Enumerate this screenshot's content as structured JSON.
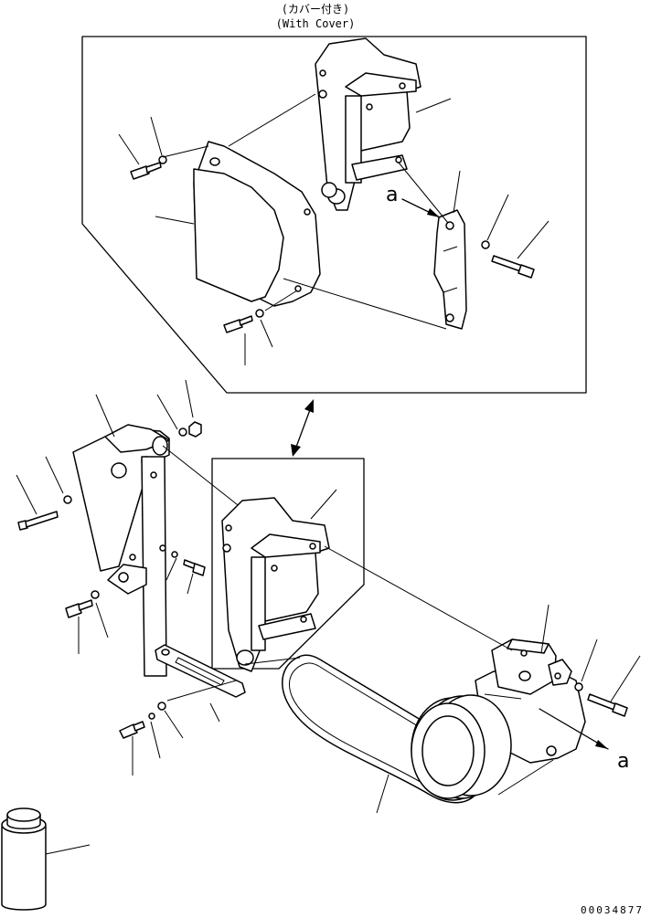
{
  "header": {
    "caption_jp": "(カバー付き)",
    "caption_en": "(With Cover)"
  },
  "view_markers": {
    "top": "a",
    "bottom": "a"
  },
  "drawing_number": "00034877"
}
